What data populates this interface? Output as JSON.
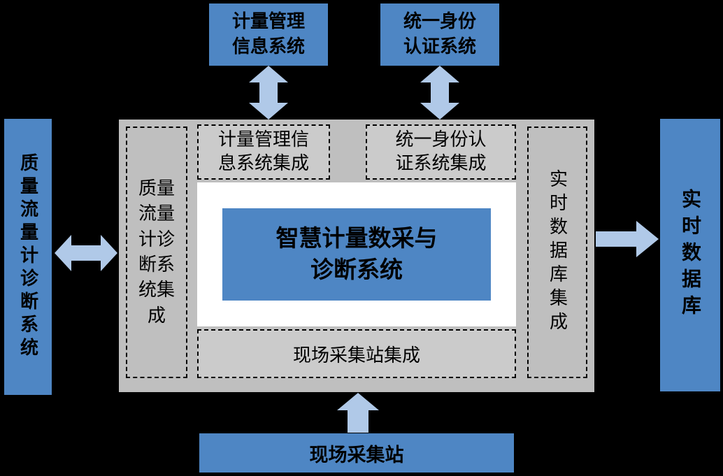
{
  "colors": {
    "background": "#000000",
    "box_blue": "#4e86c4",
    "arrow_blue": "#b0c9e8",
    "panel_gray": "#bfbfbf",
    "dashed_fill": "#cbcbcb",
    "core_white": "#ffffff",
    "text": "#000000"
  },
  "core": {
    "title": "智慧计量数采与\n诊断系统"
  },
  "external_systems": {
    "metering_management": "计量管理\n信息系统",
    "identity_auth": "统一身份\n认证系统",
    "mass_flow_meter": "质量流量计诊断系统",
    "realtime_database": "实时数据库",
    "field_station": "现场采集站"
  },
  "integration_modules": {
    "metering_management": "计量管理信\n息系统集成",
    "identity_auth": "统一身份认\n证系统集成",
    "mass_flow_meter": "质量\n流量\n计诊\n断系\n统集\n成",
    "realtime_database": "实时数据库集成",
    "field_station": "现场采集站集成"
  }
}
